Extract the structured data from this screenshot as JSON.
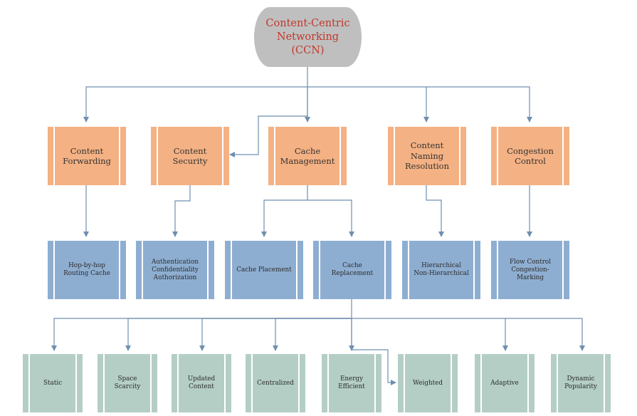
{
  "root": {
    "label": "Content-Centric\nNetworking\n(CCN)"
  },
  "categories": [
    {
      "label": "Content\nForwarding"
    },
    {
      "label": "Content\nSecurity"
    },
    {
      "label": "Cache\nManagement"
    },
    {
      "label": "Content\nNaming\nResolution"
    },
    {
      "label": "Congestion\nControl"
    }
  ],
  "techniques": [
    {
      "label": "Hop-by-hop\nRouting Cache"
    },
    {
      "label": "Authentication\nConfidentiality\nAuthorization"
    },
    {
      "label": "Cache Placement"
    },
    {
      "label": "Cache Replacement"
    },
    {
      "label": "Hierarchical\nNon-Hierarchical"
    },
    {
      "label": "Flow Control\nCongestion-\nMarking"
    }
  ],
  "replacement_policies": [
    {
      "label": "Static"
    },
    {
      "label": "Space\nScarcity"
    },
    {
      "label": "Updated\nContent"
    },
    {
      "label": "Centralized"
    },
    {
      "label": "Energy\nEfficient"
    },
    {
      "label": "Weighted"
    },
    {
      "label": "Adaptive"
    },
    {
      "label": "Dynamic\nPopularity"
    }
  ],
  "colors": {
    "root_fill": "#bfbfbf",
    "root_text": "#c0392b",
    "category_fill": "#f4b183",
    "technique_fill": "#8eaed1",
    "policy_fill": "#b4cec6",
    "connector": "#6f8fb0"
  }
}
